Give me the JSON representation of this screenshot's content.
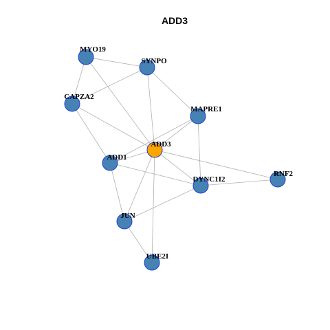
{
  "title": "ADD3",
  "colors": {
    "node_default": "#4682b4",
    "node_focus": "#ffa500",
    "node_border": "#1f3fd0",
    "edge": "#b0b0b0"
  },
  "nodes": [
    {
      "id": "MYO19",
      "label": "MYO19",
      "focus": false
    },
    {
      "id": "SYNPO",
      "label": "SYNPO",
      "focus": false
    },
    {
      "id": "CAPZA2",
      "label": "CAPZA2",
      "focus": false
    },
    {
      "id": "MAPRE1",
      "label": "MAPRE1",
      "focus": false
    },
    {
      "id": "ADD3",
      "label": "ADD3",
      "focus": true
    },
    {
      "id": "ADD1",
      "label": "ADD1",
      "focus": false
    },
    {
      "id": "DYNC1I2",
      "label": "DYNC1I2",
      "focus": false
    },
    {
      "id": "RNF2",
      "label": "RNF2",
      "focus": false
    },
    {
      "id": "JUN",
      "label": "JUN",
      "focus": false
    },
    {
      "id": "UBE2I",
      "label": "UBE2I",
      "focus": false
    }
  ],
  "edges": [
    [
      "MYO19",
      "SYNPO"
    ],
    [
      "MYO19",
      "CAPZA2"
    ],
    [
      "MYO19",
      "ADD3"
    ],
    [
      "SYNPO",
      "CAPZA2"
    ],
    [
      "SYNPO",
      "ADD3"
    ],
    [
      "SYNPO",
      "MAPRE1"
    ],
    [
      "CAPZA2",
      "ADD3"
    ],
    [
      "CAPZA2",
      "ADD1"
    ],
    [
      "MAPRE1",
      "ADD3"
    ],
    [
      "MAPRE1",
      "ADD1"
    ],
    [
      "MAPRE1",
      "DYNC1I2"
    ],
    [
      "ADD3",
      "ADD1"
    ],
    [
      "ADD3",
      "DYNC1I2"
    ],
    [
      "ADD3",
      "RNF2"
    ],
    [
      "ADD3",
      "JUN"
    ],
    [
      "ADD3",
      "UBE2I"
    ],
    [
      "ADD1",
      "DYNC1I2"
    ],
    [
      "ADD1",
      "JUN"
    ],
    [
      "DYNC1I2",
      "RNF2"
    ],
    [
      "DYNC1I2",
      "JUN"
    ],
    [
      "JUN",
      "UBE2I"
    ]
  ]
}
